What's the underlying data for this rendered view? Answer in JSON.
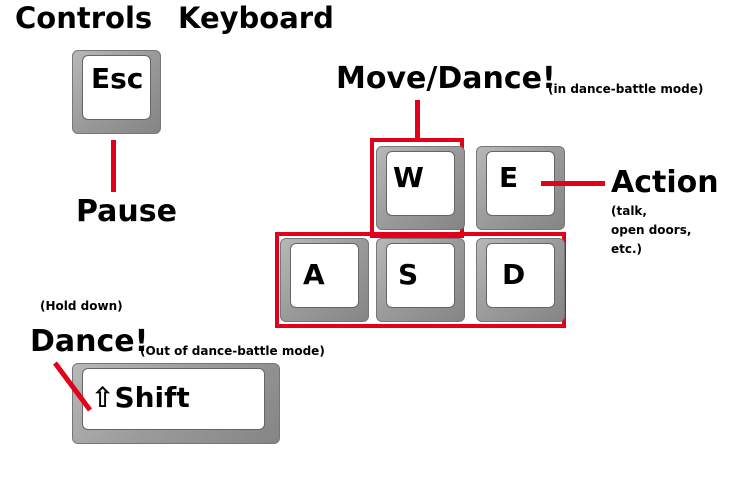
{
  "header": {
    "controls": "Controls",
    "keyboard": "Keyboard"
  },
  "keys": {
    "esc": "Esc",
    "w": "W",
    "e": "E",
    "a": "A",
    "s": "S",
    "d": "D",
    "shift": "⇧Shift"
  },
  "labels": {
    "pause": "Pause",
    "move": "Move/Dance!",
    "move_note": "(in dance-battle mode)",
    "action": "Action",
    "action_note_1": "(talk,",
    "action_note_2": "open doors,",
    "action_note_3": "etc.)",
    "hold": "(Hold down)",
    "dance": "Dance!",
    "dance_note": "(Out of dance-battle mode)"
  },
  "colors": {
    "highlight": "#e3001b",
    "key_face": "#ffffff",
    "key_side": "#9a9a9a"
  }
}
